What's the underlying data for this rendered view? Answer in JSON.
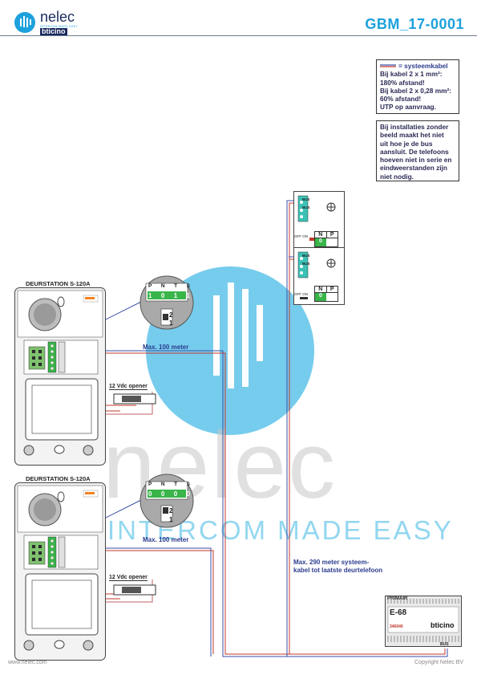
{
  "header": {
    "brand": "nelec",
    "brand_tagline": "INTERCOM MADE EASY",
    "sub_brand": "bticino",
    "doc_code": "GBM_17-0001"
  },
  "legend": {
    "cable_label": "= systeemkabel",
    "lines": [
      "Bij kabel 2 x 1 mm²:",
      "180% afstand!",
      "Bij kabel 2 x 0,28 mm²:",
      "60% afstand!",
      "UTP op aanvraag."
    ]
  },
  "note": {
    "lines": [
      "Bij installaties zonder",
      "beeld maakt het niet",
      "uit hoe je de bus",
      "aansluit. De telefoons",
      "hoeven niet in serie en",
      "eindweerstanden zijn",
      "niet nodig."
    ]
  },
  "stations": [
    {
      "title": "DEURSTATION S-120A",
      "distance": "Max. 100 meter",
      "opener": "12 Vdc opener",
      "dip": {
        "headers": [
          "P",
          "N",
          "T",
          "S"
        ],
        "values": [
          "1",
          "0",
          "1",
          "1"
        ],
        "switch": [
          "2",
          "1"
        ]
      }
    },
    {
      "title": "DEURSTATION S-120A",
      "distance": "Max. 100 meter",
      "opener": "12 Vdc opener",
      "dip": {
        "headers": [
          "P",
          "N",
          "T",
          "S"
        ],
        "values": [
          "0",
          "0",
          "0",
          "0"
        ],
        "switch": [
          "2",
          "1"
        ]
      }
    }
  ],
  "handsets": [
    {
      "terminals": [
        "BUS",
        "BUS"
      ],
      "off_on": "OFF ON",
      "np_headers": [
        "N",
        "P"
      ],
      "np_values": [
        "0",
        ""
      ]
    },
    {
      "terminals": [
        "BUS",
        "BUS"
      ],
      "off_on": "OFF ON",
      "np_headers": [
        "N",
        "P"
      ],
      "np_values": [
        "0",
        ""
      ]
    }
  ],
  "system_cable_note": [
    "Max. 290 meter systeem-",
    "kabel tot laatste deurtelefoon"
  ],
  "power_supply": {
    "label_primair": "PRIMAIR",
    "model": "E-68",
    "code": "346040",
    "brand": "bticino",
    "bus_label": "BUS"
  },
  "watermark": {
    "text": "nelec",
    "tagline": "INTERCOM MADE EASY"
  },
  "footer": {
    "website": "www.nelec.com",
    "copyright": "Copyright Nelec BV"
  },
  "colors": {
    "brand_blue": "#1da1dc",
    "cable_blue": "#3a4fa8",
    "cable_red": "#c0392b",
    "green": "#39b54a"
  }
}
